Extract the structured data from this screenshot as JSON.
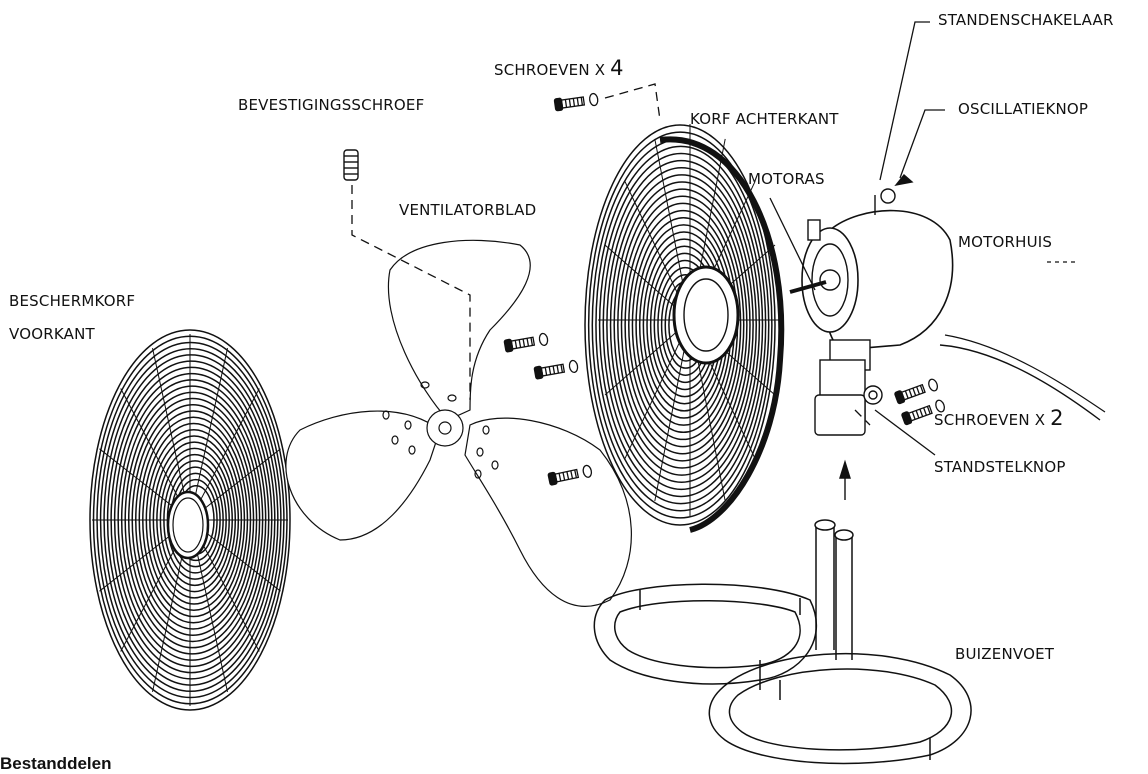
{
  "labels": {
    "standenschakelaar": "STANDENSCHAKELAAR",
    "oscillatieknop": "OSCILLATIEKNOP",
    "schroeven_top": "SCHROEVEN",
    "schroeven_top_mult": "X",
    "schroeven_top_count": "4",
    "korf_achterkant": "KORF ACHTERKANT",
    "bevestigingsschroef": "BEVESTIGINGSSCHROEF",
    "motoras": "MOTORAS",
    "ventilatorblad": "VENTILATORBLAD",
    "motorhuis": "MOTORHUIS",
    "beschermkorf_line1": "BESCHERMKORF",
    "beschermkorf_line2": "VOORKANT",
    "schroeven_right": "SCHROEVEN",
    "schroeven_right_mult": "X",
    "schroeven_right_count": "2",
    "standstelknop": "STANDSTELKNOP",
    "buizenvoet": "BUIZENVOET"
  },
  "footer_text": "Bestanddelen",
  "colors": {
    "ink": "#111111",
    "paper": "#ffffff"
  }
}
